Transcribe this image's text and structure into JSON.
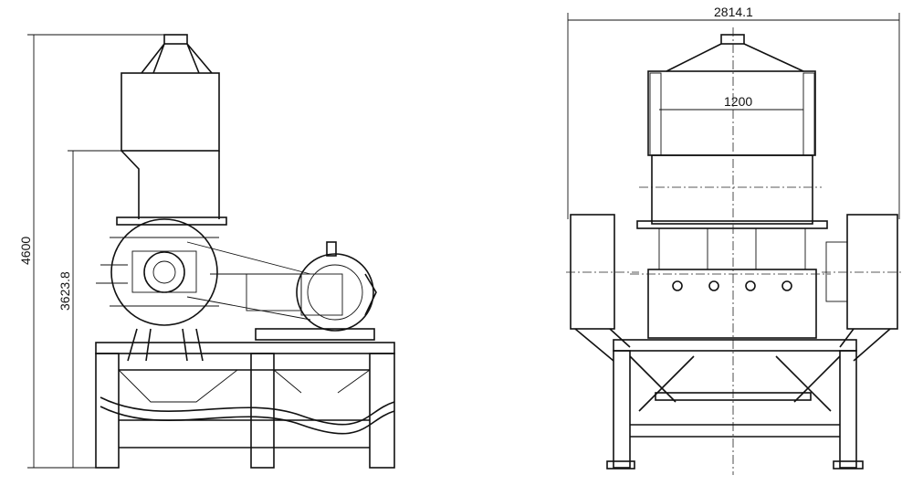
{
  "drawing": {
    "side_view": {
      "overall_height": "4600",
      "inlet_height": "3623.8"
    },
    "front_view": {
      "overall_width": "2814.1",
      "hopper_width": "1200"
    },
    "line_color": "#111111",
    "background_color": "#ffffff"
  }
}
